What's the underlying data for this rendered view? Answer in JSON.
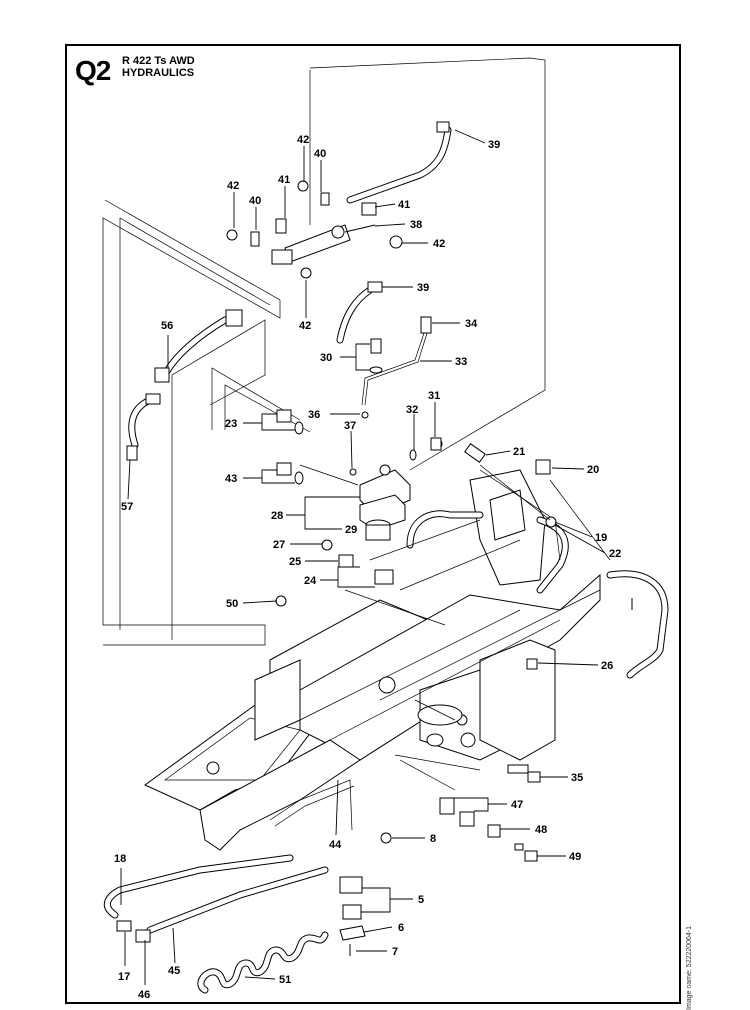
{
  "header": {
    "page_code": "Q2",
    "model": "R 422 Ts AWD",
    "section": "HYDRAULICS"
  },
  "side_note": "Image name: 522220064-1",
  "callouts": {
    "c5": "5",
    "c6": "6",
    "c7": "7",
    "c8": "8",
    "c17": "17",
    "c18": "18",
    "c19": "19",
    "c20": "20",
    "c21": "21",
    "c22": "22",
    "c23": "23",
    "c24": "24",
    "c25": "25",
    "c26": "26",
    "c27": "27",
    "c28": "28",
    "c29": "29",
    "c30": "30",
    "c31": "31",
    "c32": "32",
    "c33": "33",
    "c34": "34",
    "c35": "35",
    "c36": "36",
    "c37": "37",
    "c38": "38",
    "c39a": "39",
    "c39b": "39",
    "c40a": "40",
    "c40b": "40",
    "c41a": "41",
    "c41b": "41",
    "c42a": "42",
    "c42b": "42",
    "c42c": "42",
    "c42d": "42",
    "c43": "43",
    "c44": "44",
    "c45": "45",
    "c46": "46",
    "c47": "47",
    "c48": "48",
    "c49": "49",
    "c50": "50",
    "c51": "51",
    "c56": "56",
    "c57": "57"
  }
}
